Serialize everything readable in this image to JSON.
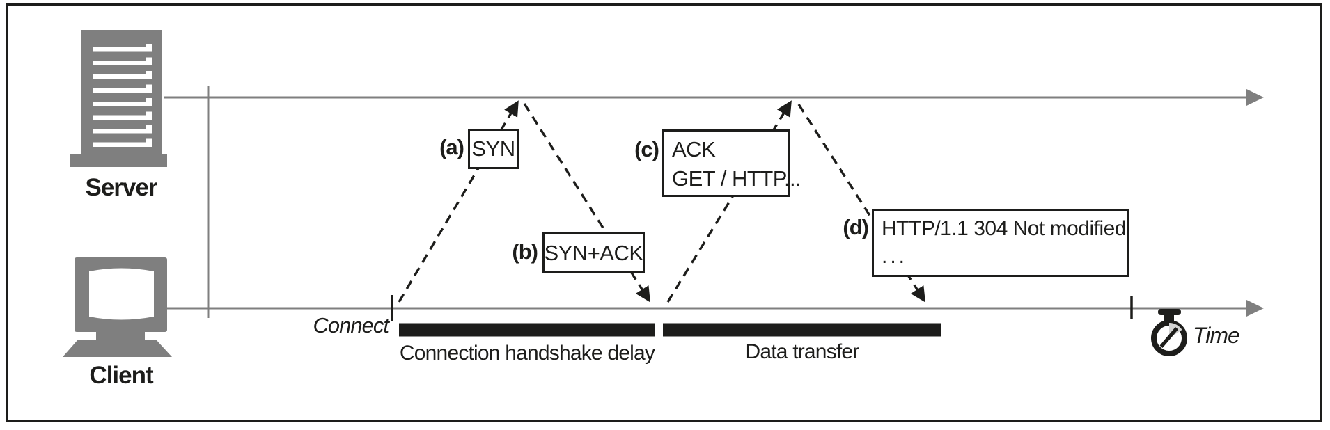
{
  "figure": {
    "type": "network-timing-sequence-diagram",
    "actors": [
      {
        "label": "Server",
        "icon": "server-tower-icon"
      },
      {
        "label": "Client",
        "icon": "desktop-computer-icon"
      }
    ],
    "timeline": {
      "connect_label": "Connect",
      "time_label": "Time",
      "time_icon": "stopwatch-icon"
    },
    "messages": [
      {
        "tag": "(a)",
        "direction": "client-to-server",
        "lines": [
          "SYN"
        ]
      },
      {
        "tag": "(b)",
        "direction": "server-to-client",
        "lines": [
          "SYN+ACK"
        ]
      },
      {
        "tag": "(c)",
        "direction": "client-to-server",
        "lines": [
          "ACK",
          "GET / HTTP..."
        ]
      },
      {
        "tag": "(d)",
        "direction": "server-to-client",
        "lines": [
          "HTTP/1.1 304 Not modified",
          "..."
        ]
      }
    ],
    "phases": [
      {
        "label": "Connection handshake delay"
      },
      {
        "label": "Data transfer"
      }
    ],
    "colors": {
      "line_gray": "#7f7f7f",
      "ink_black": "#1d1d1b",
      "wedge_gray": "#d4d4d4"
    }
  }
}
